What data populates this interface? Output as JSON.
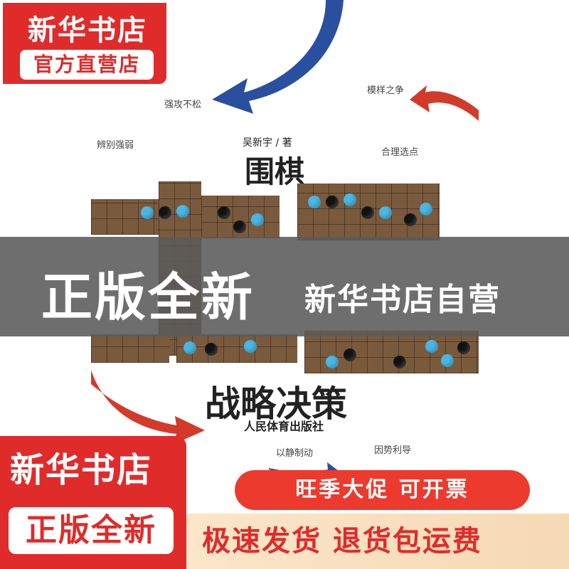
{
  "cover": {
    "author": "吴新宇 / 著",
    "title_top": "围棋",
    "title_bottom": "战略决策",
    "publisher": "人民体育出版社",
    "phrases": [
      "强攻不松",
      "模样之争",
      "辨别强弱",
      "合理选点",
      "以静制动",
      "因势利导"
    ]
  },
  "promo": {
    "badge_top_line1": "新华书店",
    "badge_top_line2": "官方直营店",
    "band_main": "正版全新",
    "band_sub": "新华书店自营",
    "badge_bottom_line1": "新华书店",
    "badge_bottom_line2": "正版全新",
    "pill": "旺季大促   可开票",
    "bottom": "极速发货 退货包运费"
  },
  "colors": {
    "promo_red": "#e02b2b",
    "stone_blue": "#49b7e6",
    "arrow_blue": "#2a4f9e",
    "arrow_red": "#d23a2a"
  }
}
